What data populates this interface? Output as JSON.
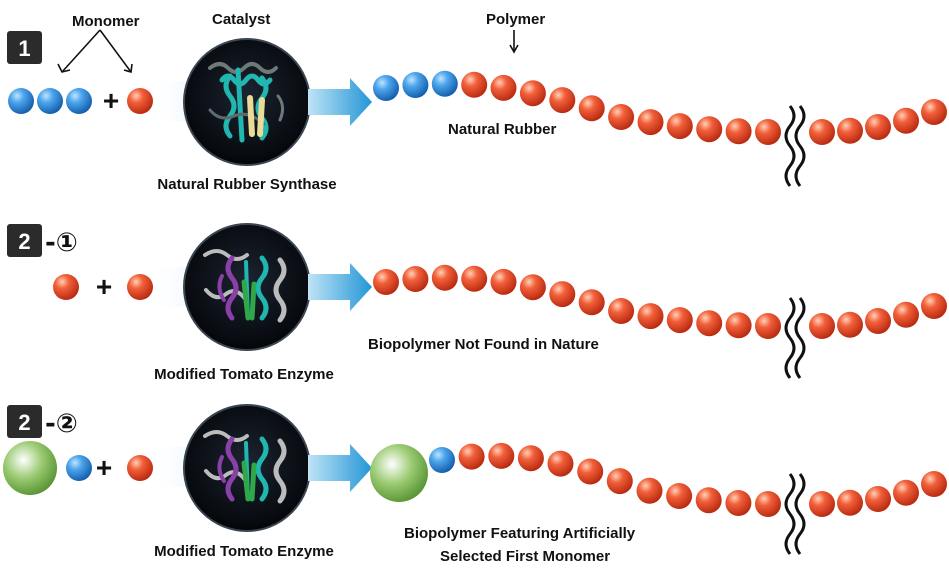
{
  "colors": {
    "monomer_blue": "#2a86d6",
    "monomer_red": "#e84a2a",
    "initiator_green": "#6aa83e",
    "arrow_blue": "#3aa8e0",
    "badge": "#2b2b2b"
  },
  "header": {
    "monomer_label": "Monomer",
    "catalyst_label": "Catalyst",
    "polymer_label": "Polymer"
  },
  "rows": [
    {
      "step": "1",
      "substep": "",
      "plus": "+",
      "catalyst_caption": "Natural Rubber Synthase",
      "product_label": "Natural Rubber",
      "product_label_2": "",
      "break_icon": "chain-break-icon"
    },
    {
      "step": "2",
      "substep": "-①",
      "plus": "+",
      "catalyst_caption": "Modified Tomato Enzyme",
      "product_label": "Biopolymer Not Found in Nature",
      "product_label_2": "",
      "break_icon": "chain-break-icon"
    },
    {
      "step": "2",
      "substep": "-②",
      "plus": "+",
      "catalyst_caption": "Modified Tomato Enzyme",
      "product_label": "Biopolymer Featuring Artificially",
      "product_label_2": "Selected First Monomer",
      "break_icon": "chain-break-icon"
    }
  ]
}
